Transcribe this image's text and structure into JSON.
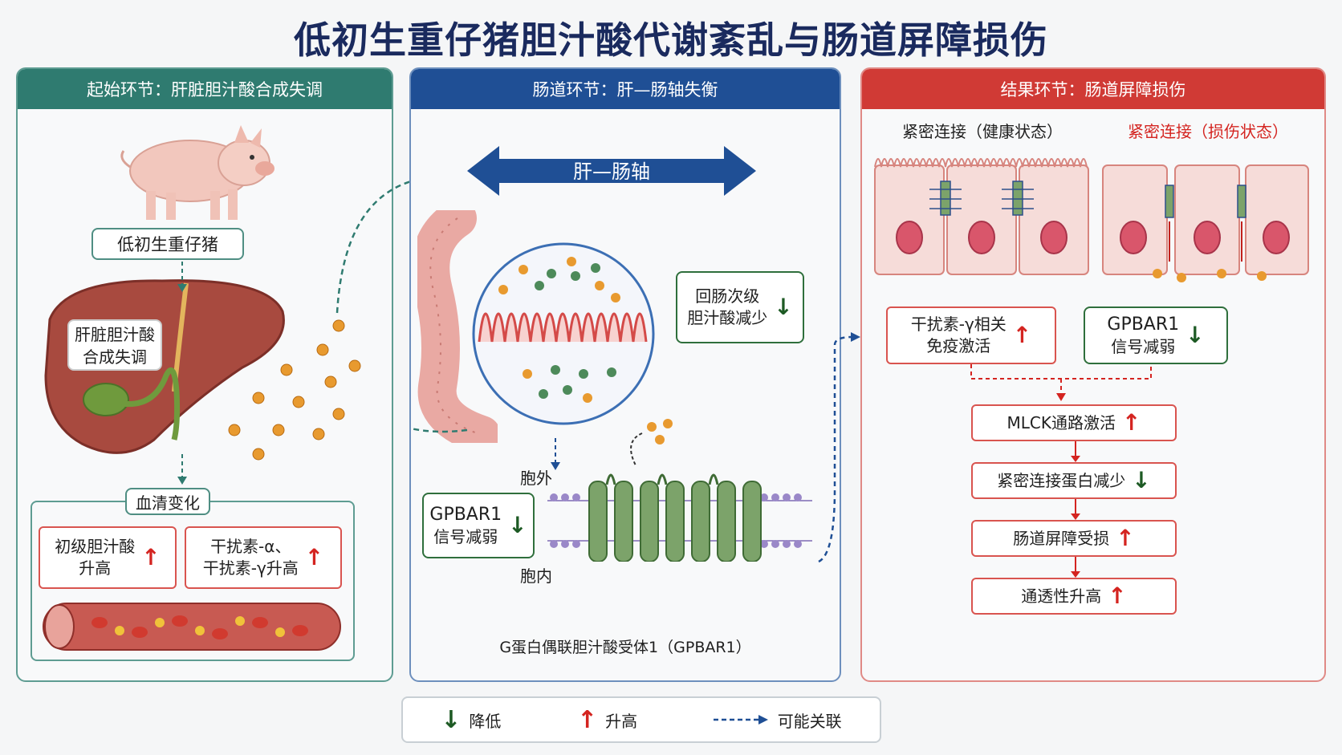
{
  "title": "低初生重仔猪胆汁酸代谢紊乱与肠道屏障损伤",
  "panel1": {
    "header": "起始环节：肝脏胆汁酸合成失调",
    "pig_label": "低初生重仔猪",
    "liver_label_line1": "肝脏胆汁酸",
    "liver_label_line2": "合成失调",
    "serum_title": "血清变化",
    "box1_line1": "初级胆汁酸",
    "box1_line2": "升高",
    "box2_line1": "干扰素-α、",
    "box2_line2": "干扰素-γ升高"
  },
  "panel2": {
    "header": "肠道环节：肝—肠轴失衡",
    "axis_label": "肝—肠轴",
    "ileum_line1": "回肠次级",
    "ileum_line2": "胆汁酸减少",
    "outside_label": "胞外",
    "inside_label": "胞内",
    "gpbar_line1": "GPBAR1",
    "gpbar_line2": "信号减弱",
    "receptor_caption": "G蛋白偶联胆汁酸受体1（GPBAR1）"
  },
  "panel3": {
    "header": "结果环节：肠道屏障损伤",
    "healthy_label": "紧密连接（健康状态）",
    "damaged_label": "紧密连接（损伤状态）",
    "ifn_line1": "干扰素-γ相关",
    "ifn_line2": "免疫激活",
    "gpbar_line1": "GPBAR1",
    "gpbar_line2": "信号减弱",
    "steps": [
      "MLCK通路激活",
      "紧密连接蛋白减少",
      "肠道屏障受损",
      "通透性升高"
    ],
    "step_dirs": [
      "up",
      "down",
      "up",
      "up"
    ]
  },
  "legend": {
    "down_label": "降低",
    "up_label": "升高",
    "dashed_label": "可能关联"
  },
  "colors": {
    "teal": "#2f7b70",
    "navy": "#1f4f95",
    "red": "#d03a35",
    "up_arrow": "#d42420",
    "down_arrow": "#1d5a24"
  }
}
